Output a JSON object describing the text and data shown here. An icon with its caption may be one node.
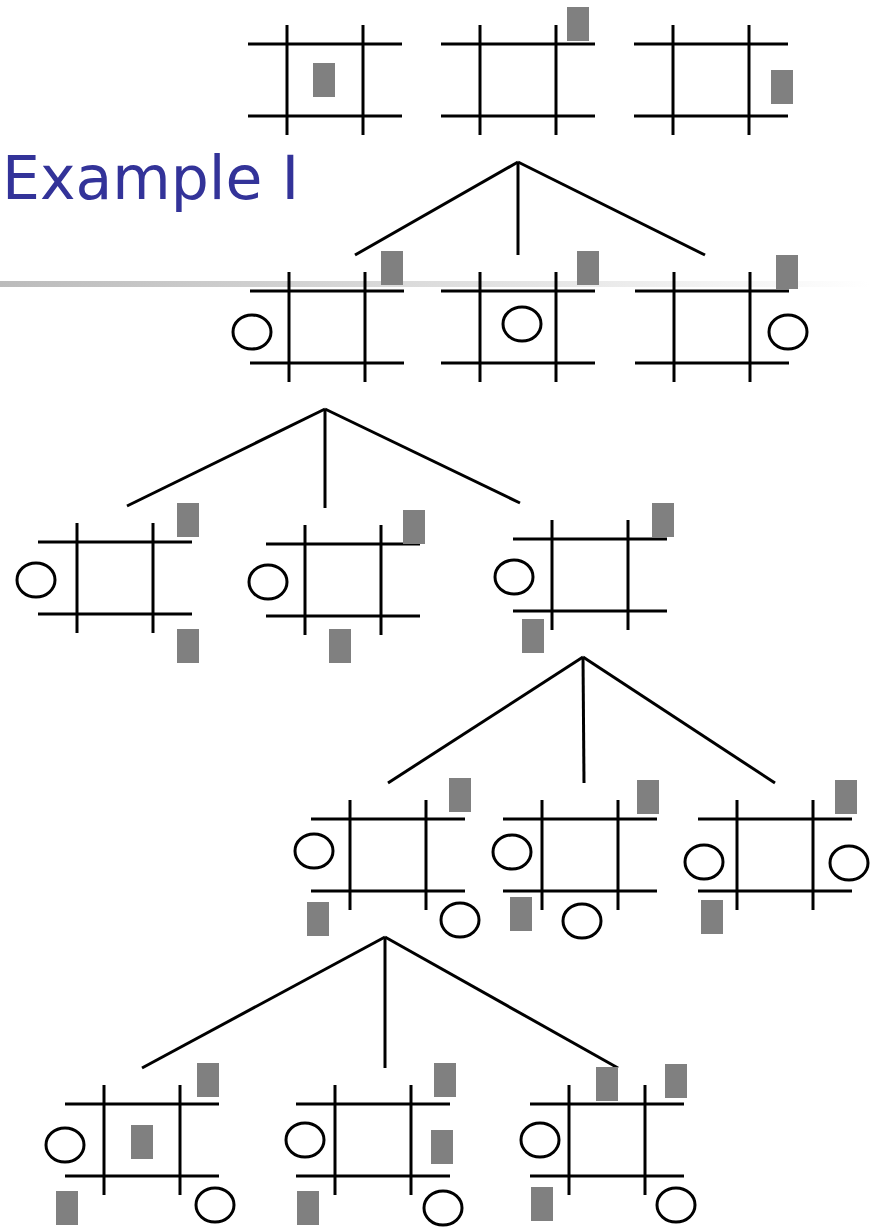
{
  "diagram": {
    "title": "Example I",
    "nodes": [
      {
        "text": [],
        "shape": "grid"
      },
      {
        "text": [],
        "shape": "grid"
      },
      {
        "text": [],
        "shape": "grid"
      },
      {
        "text": [],
        "shape": "grid"
      },
      {
        "text": [],
        "shape": "grid"
      },
      {
        "text": [],
        "shape": "grid"
      },
      {
        "text": [],
        "shape": "grid"
      },
      {
        "text": [],
        "shape": "grid"
      },
      {
        "text": [],
        "shape": "grid"
      },
      {
        "text": [],
        "shape": "grid"
      },
      {
        "text": [],
        "shape": "grid"
      },
      {
        "text": [],
        "shape": "grid"
      },
      {
        "text": [],
        "shape": "grid"
      },
      {
        "text": [],
        "shape": "grid"
      },
      {
        "text": [],
        "shape": "grid"
      }
    ],
    "edges": [
      {
        "from": 1,
        "to": 3,
        "arrow": "none"
      },
      {
        "from": 1,
        "to": 4,
        "arrow": "none"
      },
      {
        "from": 1,
        "to": 5,
        "arrow": "none"
      },
      {
        "from": 3,
        "to": 6,
        "arrow": "none"
      },
      {
        "from": 3,
        "to": 7,
        "arrow": "none"
      },
      {
        "from": 3,
        "to": 8,
        "arrow": "none"
      },
      {
        "from": 8,
        "to": 9,
        "arrow": "none"
      },
      {
        "from": 8,
        "to": 10,
        "arrow": "none"
      },
      {
        "from": 8,
        "to": 11,
        "arrow": "none"
      },
      {
        "from": 9,
        "to": 12,
        "arrow": "none"
      },
      {
        "from": 9,
        "to": 13,
        "arrow": "none"
      },
      {
        "from": 9,
        "to": 14,
        "arrow": "none"
      }
    ]
  }
}
